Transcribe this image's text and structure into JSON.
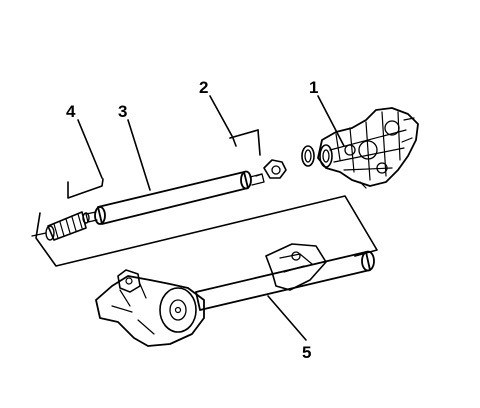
{
  "callouts": {
    "c1": "1",
    "c2": "2",
    "c3": "3",
    "c4": "4",
    "c5": "5"
  },
  "parts": [
    {
      "id": 1,
      "icon": "transfer-case"
    },
    {
      "id": 2,
      "icon": "companion-flange"
    },
    {
      "id": 3,
      "icon": "front-propeller-shaft"
    },
    {
      "id": 4,
      "icon": "slip-yoke-boot"
    },
    {
      "id": 5,
      "icon": "front-axle-assembly"
    }
  ],
  "colors": {
    "line": "#000000",
    "background": "#ffffff"
  }
}
